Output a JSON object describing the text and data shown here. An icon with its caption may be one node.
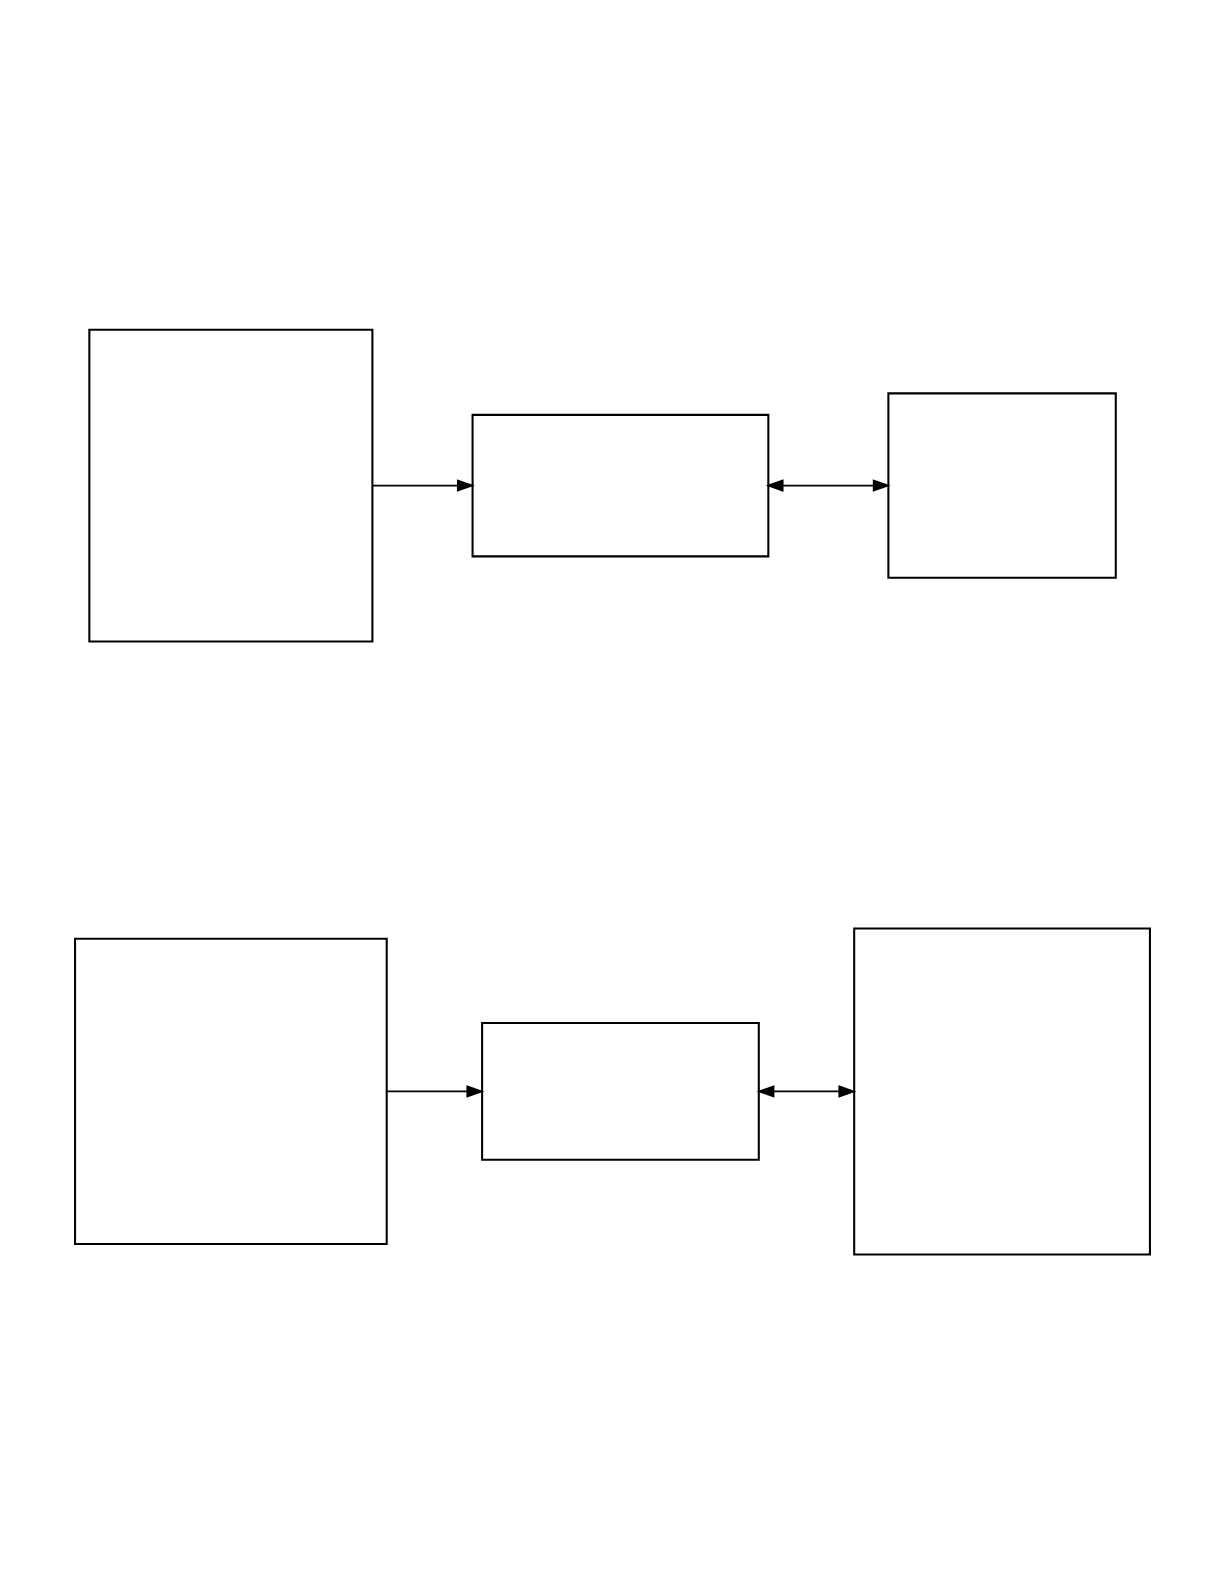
{
  "diagram": {
    "nodes": [
      {
        "text": [],
        "shape": "box"
      },
      {
        "text": [],
        "shape": "box"
      },
      {
        "text": [],
        "shape": "box"
      },
      {
        "text": [],
        "shape": "box"
      },
      {
        "text": [],
        "shape": "box"
      },
      {
        "text": [],
        "shape": "box"
      }
    ],
    "edges": [
      {
        "from": 0,
        "to": 1,
        "arrow": "to"
      },
      {
        "from": 1,
        "to": 2,
        "arrow": "both"
      },
      {
        "from": 3,
        "to": 4,
        "arrow": "to"
      },
      {
        "from": 4,
        "to": 5,
        "arrow": "both"
      }
    ]
  }
}
